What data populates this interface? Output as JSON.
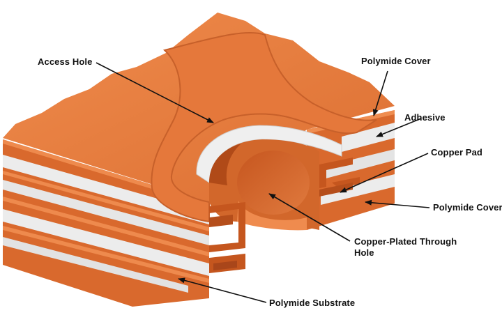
{
  "labels": {
    "access_hole": "Access Hole",
    "polymide_cover_top": "Polymide Cover",
    "adhesive": "Adhesive",
    "copper_pad": "Copper Pad",
    "polymide_cover_bottom": "Polymide Cover",
    "through_hole_line1": "Copper-Plated Through",
    "through_hole_line2": "Hole",
    "polymide_substrate": "Polymide Substrate"
  },
  "colors": {
    "copper": "#e2773b",
    "copper_light": "#f0945a",
    "copper_dark": "#c25d25",
    "copper_shadow": "#a94b1a",
    "adhesive": "#e9e9e9",
    "adhesive_shade": "#c9c9c9",
    "leader": "#111111"
  }
}
